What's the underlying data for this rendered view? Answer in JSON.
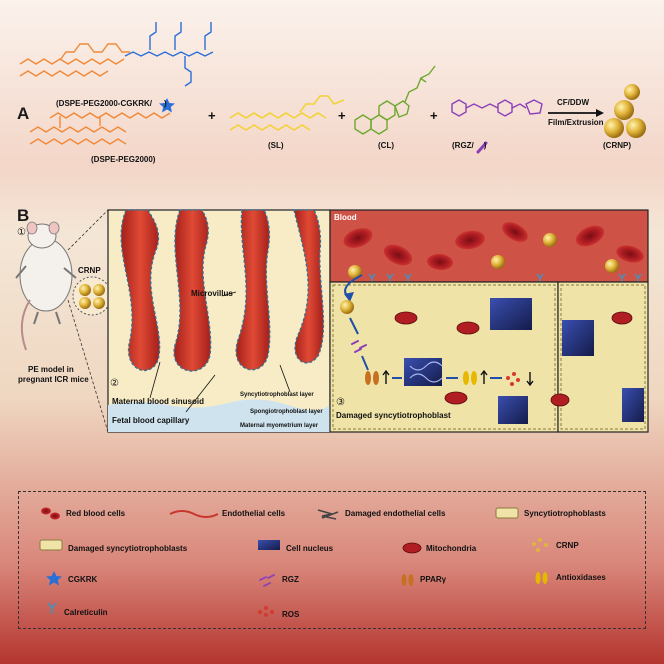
{
  "panel_a": {
    "letter": "A",
    "dspe_peg_cgkrk": "(DSPE-PEG2000-CGKRK/",
    "dspe_peg_cgkrk_close": ")",
    "dspe_peg": "(DSPE-PEG2000)",
    "sl": "(SL)",
    "cl": "(CL)",
    "rgz": "(RGZ/",
    "rgz_close": ")",
    "plus": "+",
    "method_top": "CF/DDW",
    "method_bottom": "Film/Extrusion",
    "crnp": "(CRNP)"
  },
  "panel_b": {
    "letter": "B",
    "step1": "①",
    "step2": "②",
    "step3": "③",
    "crnp_label": "CRNP",
    "pe_model_line1": "PE model in",
    "pe_model_line2": "pregnant ICR mice",
    "microvillus": "Microvillus",
    "maternal_blood_sinusoid": "Maternal blood sinusoid",
    "fetal_blood_capillary": "Fetal blood capillary",
    "syncytiotrophoblast_layer": "Syncytiotrophoblast layer",
    "spongiotrophoblast_layer": "Spongiotrophoblast layer",
    "maternal_myometrium_layer": "Maternal myometrium layer",
    "blood": "Blood",
    "damaged_syncytiotrophoblast": "Damaged syncytiotrophoblast"
  },
  "legend": {
    "red_blood_cells": "Red blood cells",
    "endothelial_cells": "Endothelial cells",
    "damaged_endothelial_cells": "Damaged endothelial cells",
    "syncytiotrophoblasts": "Syncytiotrophoblasts",
    "damaged_syncytiotrophoblasts": "Damaged syncytiotrophoblasts",
    "cell_nucleus": "Cell nucleus",
    "mitochondria": "Mitochondria",
    "crnp": "CRNP",
    "cgkrk": "CGKRK",
    "rgz": "RGZ",
    "ppar": "PPARγ",
    "antioxidases": "Antioxidases",
    "calreticulin": "Calreticulin",
    "ros": "ROS"
  },
  "colors": {
    "peg_orange": "#f08a3a",
    "peptide_blue": "#2a6fd6",
    "sl_yellow": "#f2d23a",
    "cl_green": "#6fa830",
    "rgz_purple": "#8a3fb8",
    "vessel_red": "#c8352c",
    "blood_red": "#b8232a",
    "gold": "#d9a92c"
  }
}
